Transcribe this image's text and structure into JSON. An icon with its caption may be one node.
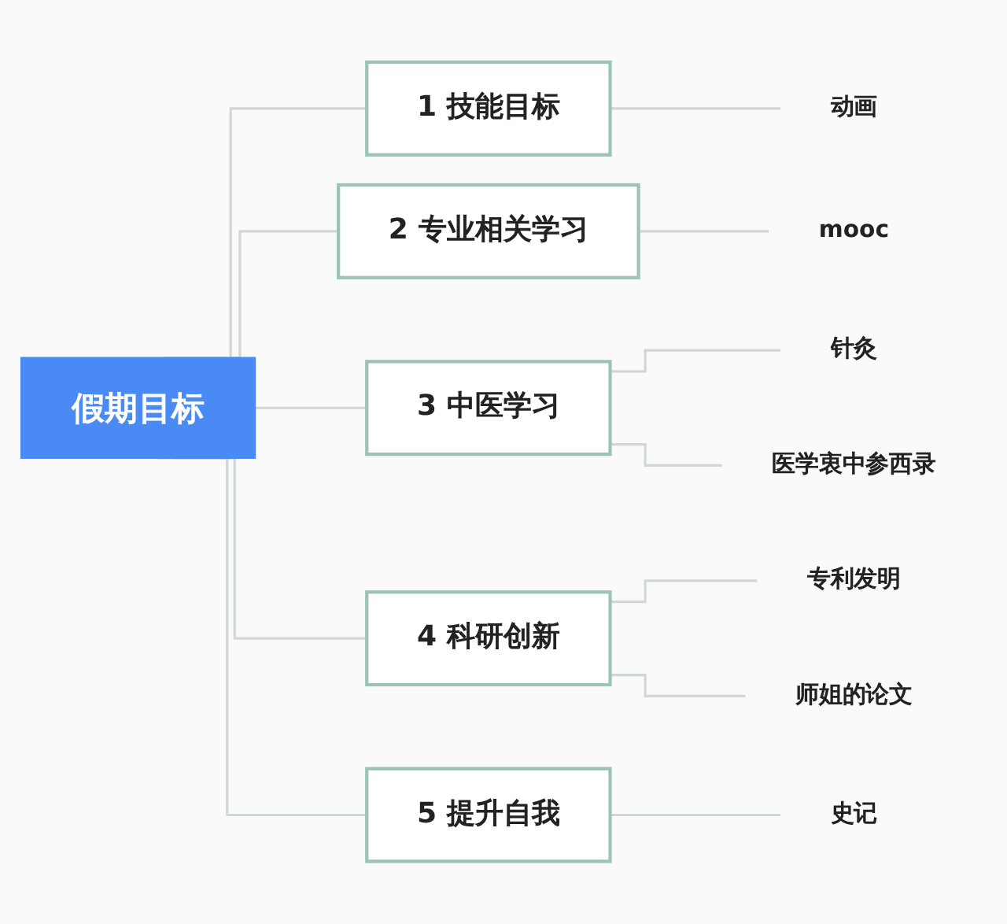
{
  "diagram": {
    "nodes": [
      {
        "text": [
          "假期目标"
        ]
      },
      {
        "text": [
          "1 技能目标"
        ]
      },
      {
        "text": [
          "动画"
        ]
      },
      {
        "text": [
          "2 专业相关学习"
        ]
      },
      {
        "text": [
          "mooc"
        ]
      },
      {
        "text": [
          "3 中医学习"
        ]
      },
      {
        "text": [
          "针灸"
        ]
      },
      {
        "text": [
          "医学衷中参西录"
        ]
      },
      {
        "text": [
          "4 科研创新"
        ]
      },
      {
        "text": [
          "专利发明"
        ]
      },
      {
        "text": [
          "师姐的论文"
        ]
      },
      {
        "text": [
          "5 提升自我"
        ]
      },
      {
        "text": [
          "史记"
        ]
      }
    ],
    "edges": [
      {
        "from": 0,
        "to": 1,
        "arrow": "none"
      },
      {
        "from": 1,
        "to": 2,
        "arrow": "none"
      },
      {
        "from": 0,
        "to": 3,
        "arrow": "none"
      },
      {
        "from": 3,
        "to": 4,
        "arrow": "none"
      },
      {
        "from": 0,
        "to": 5,
        "arrow": "none"
      },
      {
        "from": 5,
        "to": 6,
        "arrow": "none"
      },
      {
        "from": 5,
        "to": 7,
        "arrow": "none"
      },
      {
        "from": 0,
        "to": 8,
        "arrow": "none"
      },
      {
        "from": 8,
        "to": 9,
        "arrow": "none"
      },
      {
        "from": 8,
        "to": 10,
        "arrow": "none"
      },
      {
        "from": 0,
        "to": 11,
        "arrow": "none"
      },
      {
        "from": 11,
        "to": 12,
        "arrow": "none"
      }
    ]
  }
}
